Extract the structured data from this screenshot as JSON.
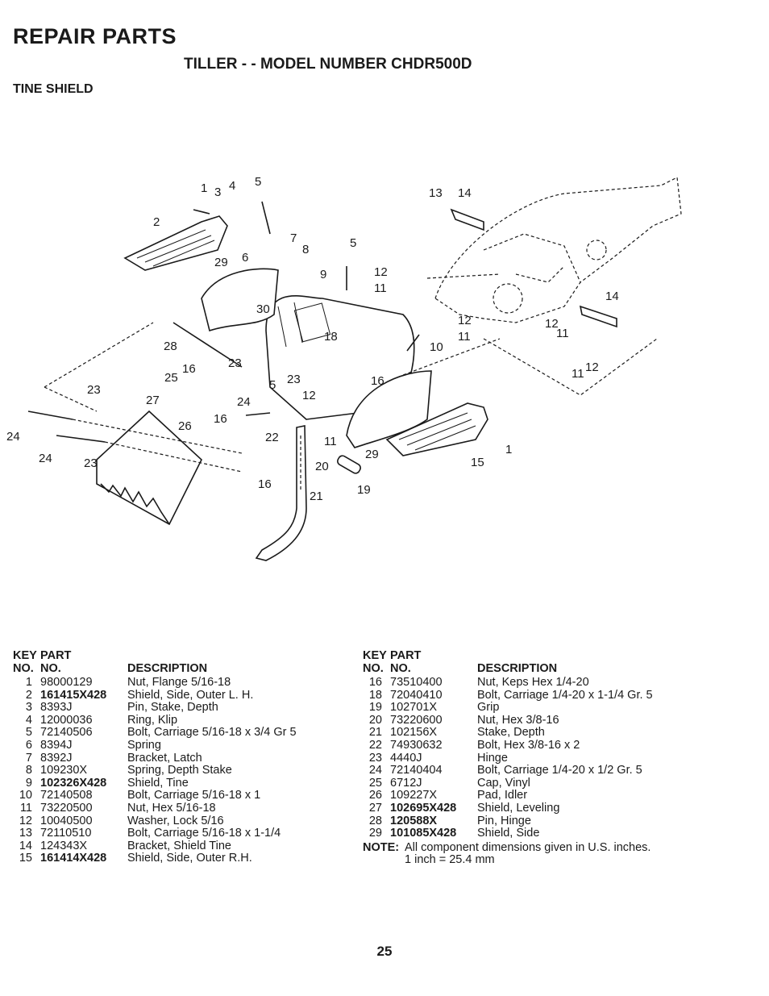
{
  "header": {
    "title": "REPAIR PARTS",
    "subtitle": "TILLER - - MODEL NUMBER CHDR500D",
    "section": "TINE SHIELD"
  },
  "diagram": {
    "callouts": [
      "1",
      "3",
      "4",
      "5",
      "2",
      "29",
      "6",
      "7",
      "8",
      "9",
      "5",
      "30",
      "12",
      "11",
      "13",
      "14",
      "18",
      "28",
      "10",
      "12",
      "11",
      "14",
      "12",
      "11",
      "11",
      "12",
      "16",
      "25",
      "23",
      "5",
      "23",
      "16",
      "23",
      "27",
      "24",
      "12",
      "16",
      "26",
      "22",
      "11",
      "24",
      "20",
      "29",
      "15",
      "1",
      "24",
      "23",
      "16",
      "21",
      "19"
    ]
  },
  "table": {
    "headers": {
      "key_top": "KEY",
      "part_top": "PART",
      "key_bottom": "NO.",
      "part_bottom": "NO.",
      "description": "DESCRIPTION"
    },
    "left": [
      {
        "key": "1",
        "part": "98000129",
        "bold": false,
        "desc": "Nut, Flange  5/16-18"
      },
      {
        "key": "2",
        "part": "161415X428",
        "bold": true,
        "desc": "Shield, Side, Outer L. H."
      },
      {
        "key": "3",
        "part": "8393J",
        "bold": false,
        "desc": "Pin, Stake, Depth"
      },
      {
        "key": "4",
        "part": "12000036",
        "bold": false,
        "desc": "Ring, Klip"
      },
      {
        "key": "5",
        "part": "72140506",
        "bold": false,
        "desc": "Bolt, Carriage  5/16-18 x 3/4 Gr 5"
      },
      {
        "key": "6",
        "part": "8394J",
        "bold": false,
        "desc": "Spring"
      },
      {
        "key": "7",
        "part": "8392J",
        "bold": false,
        "desc": "Bracket, Latch"
      },
      {
        "key": "8",
        "part": "109230X",
        "bold": false,
        "desc": "Spring, Depth Stake"
      },
      {
        "key": "9",
        "part": "102326X428",
        "bold": true,
        "desc": "Shield, Tine"
      },
      {
        "key": "10",
        "part": "72140508",
        "bold": false,
        "desc": "Bolt, Carriage  5/16-18 x 1"
      },
      {
        "key": "11",
        "part": "73220500",
        "bold": false,
        "desc": "Nut, Hex  5/16-18"
      },
      {
        "key": "12",
        "part": "10040500",
        "bold": false,
        "desc": "Washer, Lock  5/16"
      },
      {
        "key": "13",
        "part": "72110510",
        "bold": false,
        "desc": "Bolt, Carriage  5/16-18 x 1-1/4"
      },
      {
        "key": "14",
        "part": "124343X",
        "bold": false,
        "desc": "Bracket, Shield Tine"
      },
      {
        "key": "15",
        "part": "161414X428",
        "bold": true,
        "desc": "Shield, Side, Outer R.H."
      }
    ],
    "right": [
      {
        "key": "16",
        "part": "73510400",
        "bold": false,
        "desc": "Nut, Keps Hex  1/4-20"
      },
      {
        "key": "18",
        "part": "72040410",
        "bold": false,
        "desc": "Bolt, Carriage  1/4-20 x 1-1/4 Gr. 5"
      },
      {
        "key": "19",
        "part": "102701X",
        "bold": false,
        "desc": "Grip"
      },
      {
        "key": "20",
        "part": "73220600",
        "bold": false,
        "desc": "Nut, Hex  3/8-16"
      },
      {
        "key": "21",
        "part": "102156X",
        "bold": false,
        "desc": "Stake, Depth"
      },
      {
        "key": "22",
        "part": "74930632",
        "bold": false,
        "desc": "Bolt, Hex  3/8-16 x 2"
      },
      {
        "key": "23",
        "part": "4440J",
        "bold": false,
        "desc": "Hinge"
      },
      {
        "key": "24",
        "part": "72140404",
        "bold": false,
        "desc": "Bolt, Carriage  1/4-20 x 1/2 Gr. 5"
      },
      {
        "key": "25",
        "part": "6712J",
        "bold": false,
        "desc": "Cap, Vinyl"
      },
      {
        "key": "26",
        "part": "109227X",
        "bold": false,
        "desc": "Pad, Idler"
      },
      {
        "key": "27",
        "part": "102695X428",
        "bold": true,
        "desc": "Shield, Leveling"
      },
      {
        "key": "28",
        "part": "120588X",
        "bold": true,
        "desc": "Pin, Hinge"
      },
      {
        "key": "29",
        "part": "101085X428",
        "bold": true,
        "desc": "Shield, Side"
      }
    ],
    "note_label": "NOTE:",
    "note_line1": "All component dimensions given in U.S. inches.",
    "note_line2": "1 inch = 25.4 mm"
  },
  "footer": {
    "page_number": "25"
  }
}
